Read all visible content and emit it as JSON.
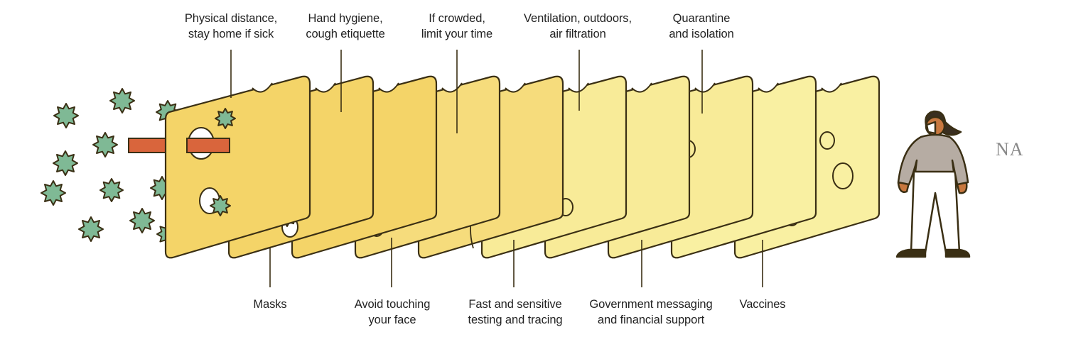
{
  "top_labels": [
    {
      "lines": [
        "Physical distance,",
        "stay home if sick"
      ]
    },
    {
      "lines": [
        "Hand hygiene,",
        "cough etiquette"
      ]
    },
    {
      "lines": [
        "If crowded,",
        "limit your time"
      ]
    },
    {
      "lines": [
        "Ventilation, outdoors,",
        "air filtration"
      ]
    },
    {
      "lines": [
        "Quarantine",
        "and isolation"
      ]
    }
  ],
  "bottom_labels": [
    {
      "lines": [
        "Masks"
      ]
    },
    {
      "lines": [
        "Avoid touching",
        "your face"
      ]
    },
    {
      "lines": [
        "Fast and sensitive",
        "testing and tracing"
      ]
    },
    {
      "lines": [
        "Government messaging",
        "and financial support"
      ]
    },
    {
      "lines": [
        "Vaccines"
      ]
    }
  ],
  "side_text": "NA",
  "layer_count": 10,
  "colors": {
    "slice_dark": "#f4d468",
    "slice_mid": "#f6dc7c",
    "slice_light": "#f8eb98",
    "slice_lightest": "#f9f0a2",
    "outline": "#3a2f14",
    "virus_fill": "#7fb995",
    "arrow": "#d9653c",
    "person_top": "#b6aca3",
    "person_skin": "#c8783f",
    "person_hair": "#3a2f20"
  },
  "icons": {
    "virus": "virus-icon",
    "arrow": "transmission-arrow",
    "person": "person-figure",
    "mouse": "mouse-icon"
  }
}
